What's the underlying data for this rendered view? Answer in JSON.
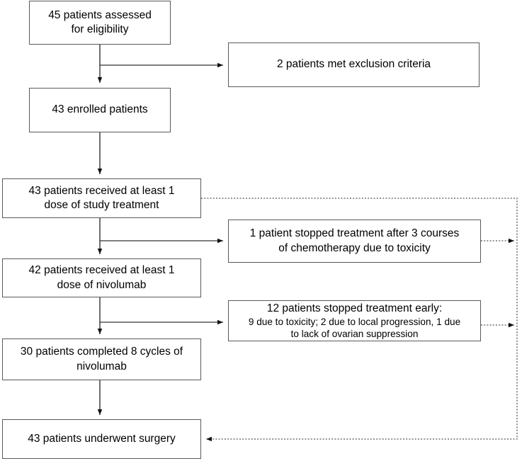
{
  "diagram": {
    "title": "CONSORT-style patient flow diagram",
    "stroke_color": "#595959",
    "line_color": "#333333",
    "dotted_color": "#555555",
    "background": "#ffffff"
  },
  "nodes": {
    "assessed": "45 patients assessed\nfor eligibility",
    "excluded": "2 patients met exclusion criteria",
    "enrolled": "43 enrolled patients",
    "received_study_treatment": "43 patients received at least 1\ndose of study treatment",
    "stopped_after_3_courses": "1 patient stopped treatment after 3 courses\nof chemotherapy due to toxicity",
    "received_nivolumab": "42 patients received at least 1\ndose of nivolumab",
    "stopped_early_lead": "12 patients stopped treatment early:",
    "stopped_early_detail": "9 due to toxicity; 2 due to local progression, 1 due\nto lack of ovarian suppression",
    "completed_cycles": "30 patients completed 8 cycles of\nnivolumab",
    "underwent_surgery": "43 patients underwent surgery"
  },
  "edges": {
    "assessed_to_enrolled": "solid-arrow-down",
    "assessed_to_excluded": "solid-arrow-right",
    "enrolled_to_received_study_treatment": "solid-arrow-down",
    "received_study_treatment_to_stopped_after_3_courses": "solid-arrow-right",
    "received_study_treatment_to_received_nivolumab": "solid-arrow-down",
    "received_nivolumab_to_stopped_early": "solid-arrow-right",
    "received_nivolumab_to_completed_cycles": "solid-arrow-down",
    "completed_cycles_to_surgery": "solid-arrow-down",
    "study_treatment_to_surgery_bypass": "dotted-arrow",
    "stopped_after_3_courses_to_bypass": "dotted-arrow-right",
    "stopped_early_to_bypass": "dotted-arrow-right"
  }
}
